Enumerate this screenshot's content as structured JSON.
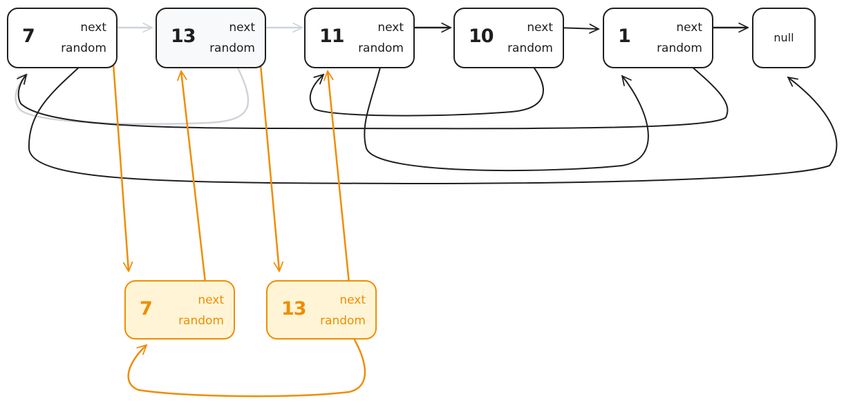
{
  "diagram": {
    "title": "Copy list with random pointer",
    "colors": {
      "ink": "#1e1e1e",
      "faded": "#ced4da",
      "copy": "#f08c00",
      "copy_fill": "#fff5d6"
    },
    "original_nodes": [
      {
        "id": "n7",
        "value": "7",
        "next_label": "next",
        "random_label": "random",
        "random_target": "null"
      },
      {
        "id": "n13",
        "value": "13",
        "next_label": "next",
        "random_label": "random",
        "random_target": "n7"
      },
      {
        "id": "n11",
        "value": "11",
        "next_label": "next",
        "random_label": "random",
        "random_target": "n1"
      },
      {
        "id": "n10",
        "value": "10",
        "next_label": "next",
        "random_label": "random",
        "random_target": "n11"
      },
      {
        "id": "n1",
        "value": "1",
        "next_label": "next",
        "random_label": "random",
        "random_target": "n7"
      }
    ],
    "null_node": {
      "id": "null",
      "label": "null"
    },
    "copy_nodes": [
      {
        "id": "c7",
        "value": "7",
        "next_label": "next",
        "random_label": "random"
      },
      {
        "id": "c13",
        "value": "13",
        "next_label": "next",
        "random_label": "random"
      }
    ],
    "edges": [
      {
        "from": "n7",
        "to": "n13",
        "kind": "next",
        "style": "faded"
      },
      {
        "from": "n13",
        "to": "n11",
        "kind": "next",
        "style": "faded"
      },
      {
        "from": "n11",
        "to": "n10",
        "kind": "next",
        "style": "ink"
      },
      {
        "from": "n10",
        "to": "n1",
        "kind": "next",
        "style": "ink"
      },
      {
        "from": "n1",
        "to": "null",
        "kind": "next",
        "style": "ink"
      },
      {
        "from": "n7",
        "to": "null",
        "kind": "random",
        "style": "ink"
      },
      {
        "from": "n13",
        "to": "n7",
        "kind": "random",
        "style": "faded"
      },
      {
        "from": "n11",
        "to": "n1",
        "kind": "random",
        "style": "ink"
      },
      {
        "from": "n10",
        "to": "n11",
        "kind": "random",
        "style": "ink"
      },
      {
        "from": "n1",
        "to": "n7",
        "kind": "random",
        "style": "ink"
      },
      {
        "from": "n7",
        "to": "c7",
        "kind": "next",
        "style": "copy"
      },
      {
        "from": "c7",
        "to": "n13",
        "kind": "next",
        "style": "copy"
      },
      {
        "from": "n13",
        "to": "c13",
        "kind": "next",
        "style": "copy"
      },
      {
        "from": "c13",
        "to": "n11",
        "kind": "next",
        "style": "copy"
      },
      {
        "from": "c13",
        "to": "c7",
        "kind": "random",
        "style": "copy"
      }
    ]
  }
}
